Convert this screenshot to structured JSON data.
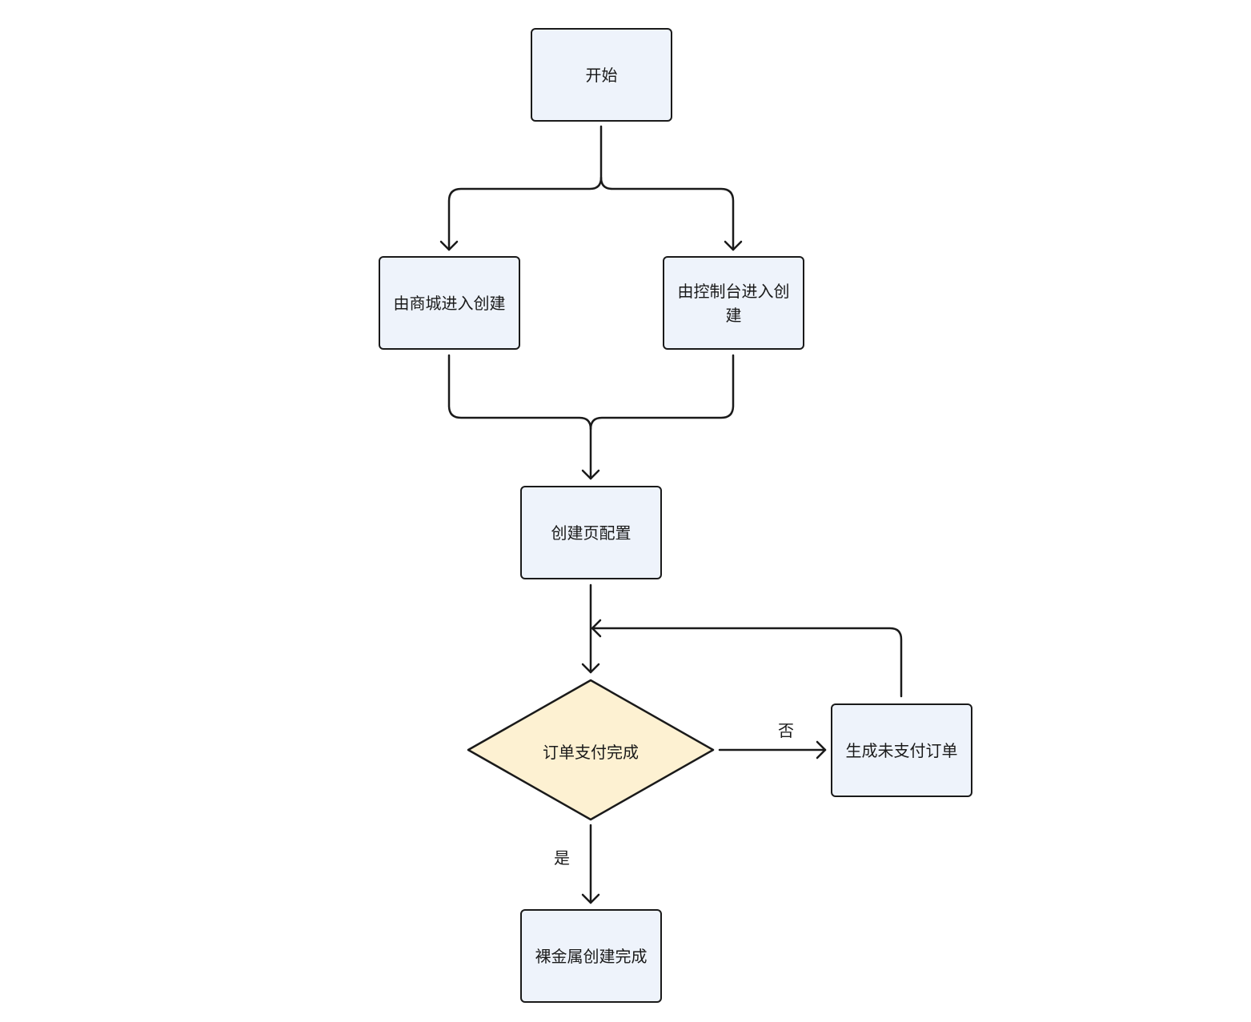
{
  "colors": {
    "node_fill": "#eef3fb",
    "decision_fill": "#fdf1d2",
    "stroke": "#1a1a1a"
  },
  "nodes": {
    "start": "开始",
    "from_mall": "由商城进入创建",
    "from_console": "由控制台进入创建",
    "config": "创建页配置",
    "decision": "订单支付完成",
    "unpaid": "生成未支付订单",
    "done": "裸金属创建完成"
  },
  "edges": {
    "no_label": "否",
    "yes_label": "是"
  }
}
